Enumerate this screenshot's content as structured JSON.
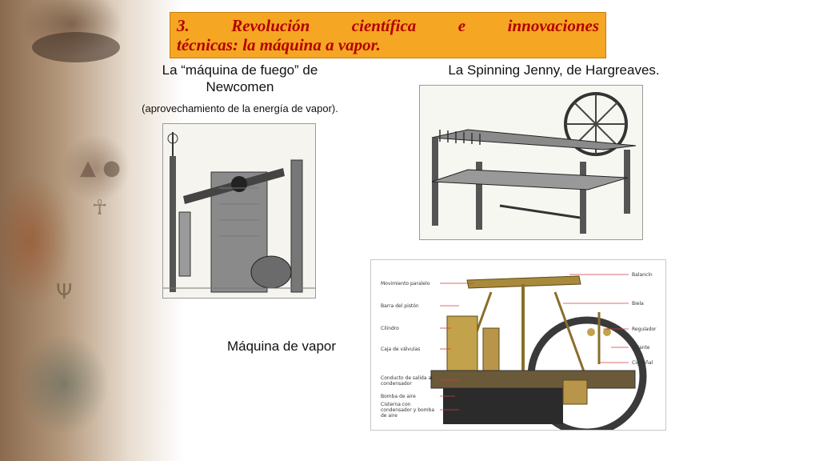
{
  "slide": {
    "title_line1": "3. Revolución científica e innovaciones",
    "title_line2": "técnicas: la máquina a vapor.",
    "captions": {
      "newcomen_1": "La “máquina de fuego” de",
      "newcomen_2": "Newcomen",
      "newcomen_note": "(aprovechamiento de la energía de vapor).",
      "jenny": "La Spinning Jenny, de Hargreaves.",
      "steam": "Máquina de vapor"
    },
    "steam_labels": {
      "left": [
        "Movimiento paralelo",
        "Barra del pistón",
        "Cilindro",
        "Caja de válvulas",
        "Conducto de salida al condensador",
        "Bomba de aire",
        "Cisterna con condensador y bomba de aire"
      ],
      "right": [
        "Balancín",
        "Biela",
        "Regulador",
        "Volante",
        "Cigüeñal"
      ]
    },
    "colors": {
      "title_bg": "#f5a623",
      "title_text": "#b30000",
      "callout_line": "#d23c3c"
    }
  }
}
